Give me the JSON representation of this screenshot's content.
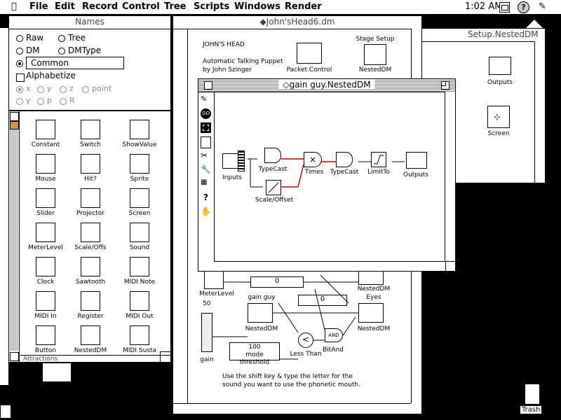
{
  "menubar": {
    "items": [
      "File",
      "Edit",
      "Record",
      "Control",
      "Tree",
      "Scripts",
      "Windows",
      "Render"
    ],
    "time": "1:02 AM"
  },
  "names_window": {
    "title": "Names",
    "radios": [
      "Raw",
      "Tree",
      "DM",
      "DMType"
    ],
    "field_value": "Common",
    "checkbox_label": "Alphabetize",
    "axis_options": [
      "x",
      "y",
      "z",
      "point",
      "y",
      "p",
      "R"
    ],
    "items": [
      "Constant",
      "Switch",
      "ShowValue",
      "Mouse",
      "Hit?",
      "Sprite",
      "Slider",
      "Projector",
      "Screen",
      "MeterLevel",
      "Scale/Offs",
      "Sound",
      "Clock",
      "Sawtooth",
      "MIDI Note",
      "MIDI In",
      "Register",
      "MIDI Out",
      "Button",
      "NestedDM",
      "MIDI Susta"
    ],
    "footer_text": "Attractions"
  },
  "main_window": {
    "title": "◆John'sHead6.dm",
    "heading": "JOHN'S HEAD",
    "subtitle_line1": "Automatic Talking Puppet",
    "subtitle_line2": "by John Szinger",
    "packet_control": "Packet Control",
    "stage_setup": "Stage Setup",
    "nested_dm": "NestedDM",
    "meter_level": "MeterLevel",
    "value_50": "50",
    "value_0a": "0",
    "value_0b": "0",
    "gain_guy": "gain guy",
    "eyes": "Eyes",
    "value_100": "100",
    "mode_threshold": "mode threshold",
    "less_than": "Less Than",
    "bit_and": "BitAnd",
    "and_label": "AND",
    "gain": "gain",
    "instructions_line1": "Use the shift key & type the letter for the",
    "instructions_line2": "sound you want to use the phonetic mouth."
  },
  "setup_window": {
    "title": "Setup.NestedDM",
    "outputs": "Outputs",
    "screen": "Screen"
  },
  "gain_window": {
    "title": "◇gain guy.NestedDM",
    "nodes": [
      "Inputs",
      "TypeCast",
      "Scale/Offset",
      "Times",
      "TypeCast",
      "LimitTo",
      "Outputs"
    ]
  },
  "desktop": {
    "trash": "Trash"
  }
}
